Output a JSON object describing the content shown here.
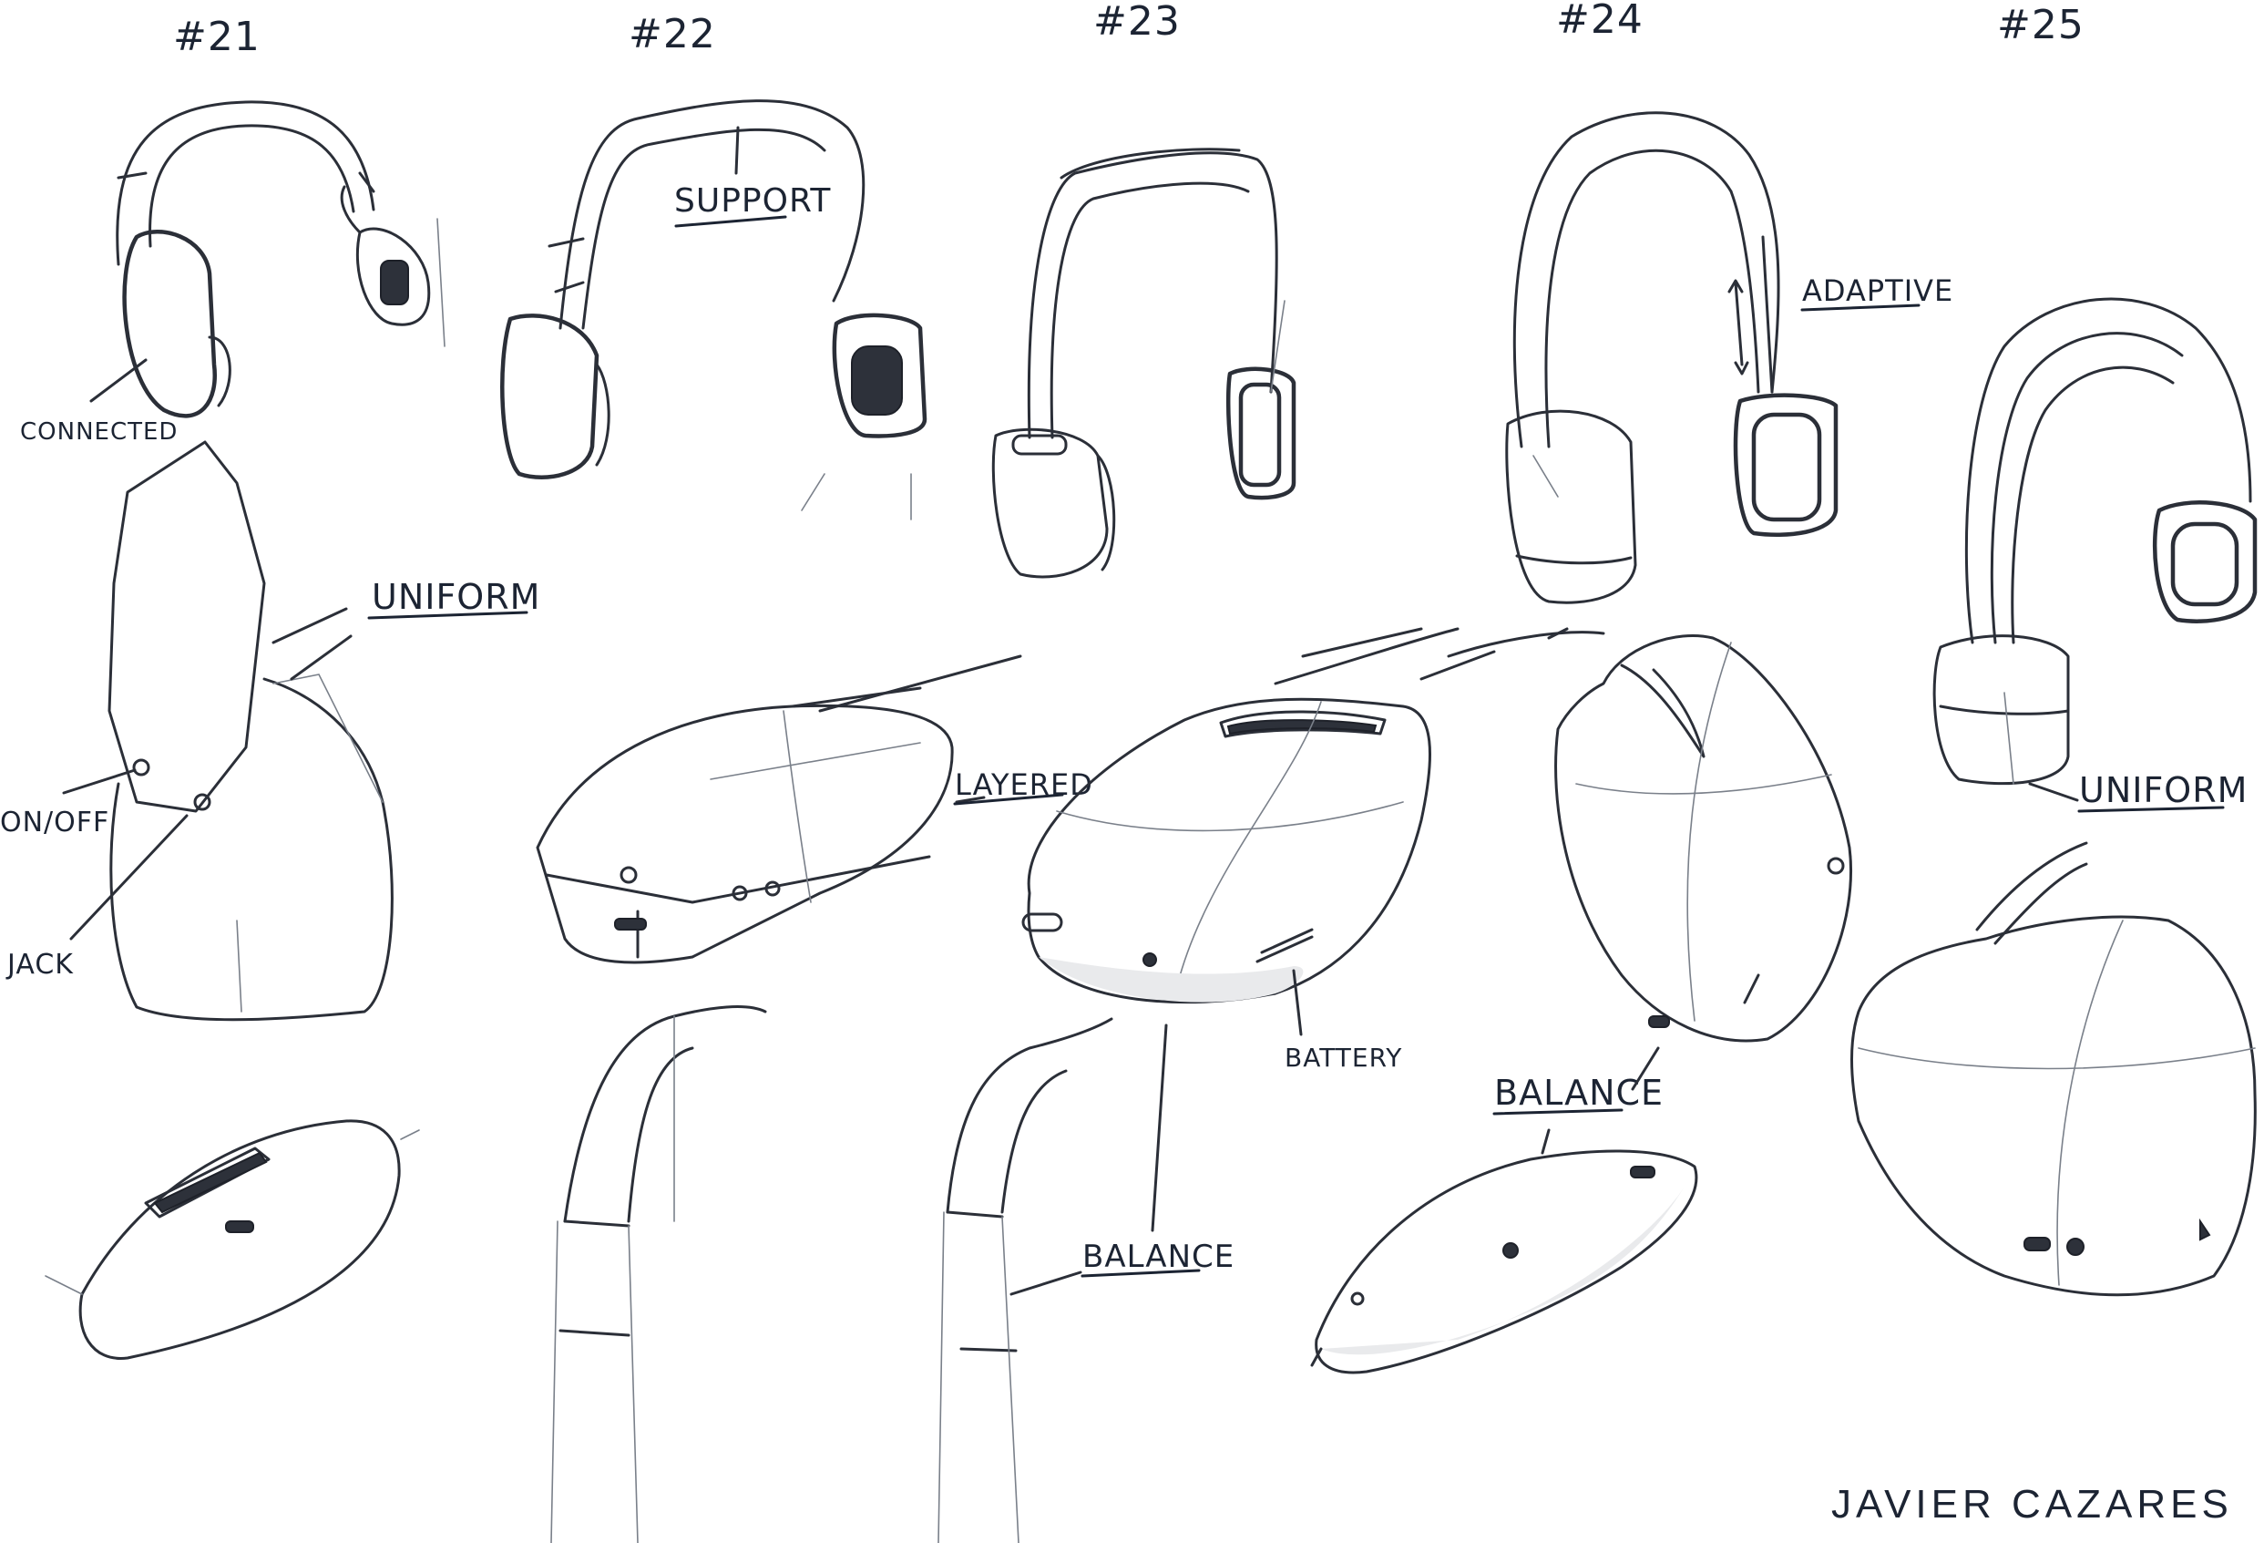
{
  "concepts": [
    {
      "number": "#21",
      "labels": [
        "CONNECTED",
        "UNIFORM",
        "ON/OFF",
        "JACK"
      ]
    },
    {
      "number": "#22",
      "labels": [
        "SUPPORT",
        "LAYERED"
      ]
    },
    {
      "number": "#23",
      "labels": [
        "BATTERY",
        "BALANCE"
      ]
    },
    {
      "number": "#24",
      "labels": [
        "ADAPTIVE",
        "BALANCE"
      ]
    },
    {
      "number": "#25",
      "labels": [
        "UNIFORM"
      ]
    }
  ],
  "signature": "JAVIER CAZARES",
  "colors": {
    "paper": "#ffffff",
    "ink": "#2b2f38",
    "label_ink": "#1c2433"
  }
}
